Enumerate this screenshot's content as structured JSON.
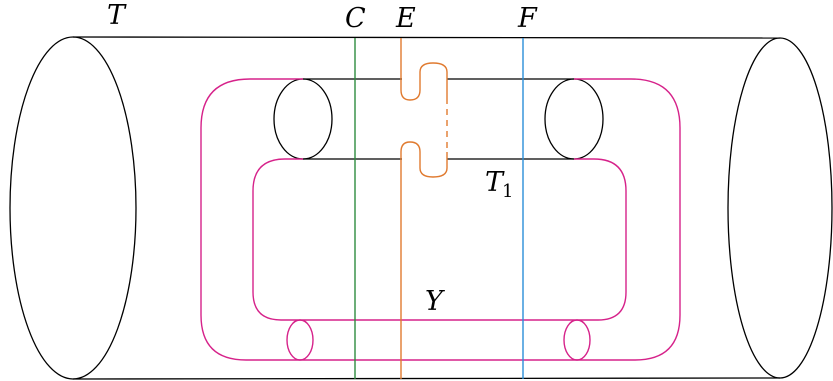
{
  "labels": {
    "T": "T",
    "C": "C",
    "E": "E",
    "F": "F",
    "T1_main": "T",
    "T1_sub": "1",
    "Y": "Y"
  },
  "colors": {
    "outline": "#000000",
    "magenta": "#d6228a",
    "green": "#2e8b3e",
    "orange": "#e07a2f",
    "blue": "#2a8fd8"
  }
}
